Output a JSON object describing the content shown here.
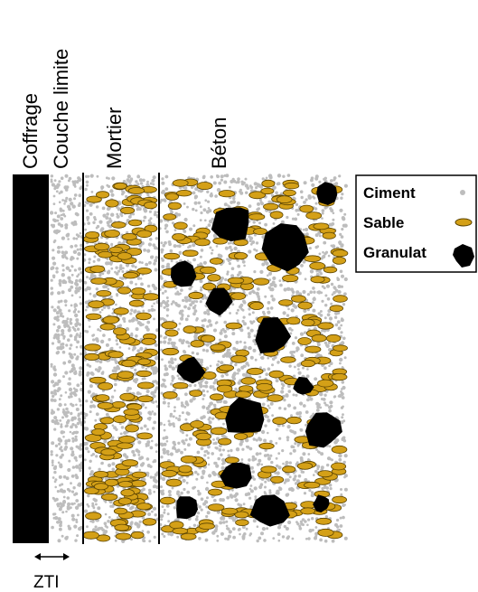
{
  "zones": {
    "coffrage": "Coffrage",
    "couche_limite": "Couche limite",
    "mortier": "Mortier",
    "beton": "Béton"
  },
  "legend": {
    "ciment": "Ciment",
    "sable": "Sable",
    "granulat": "Granulat"
  },
  "zti_label": "ZTI",
  "colors": {
    "coffrage": "#000000",
    "ciment": "#bdbdbd",
    "sable": "#d4a017",
    "sable_outline": "#5a4300",
    "granulat": "#000000",
    "separator": "#000000"
  }
}
